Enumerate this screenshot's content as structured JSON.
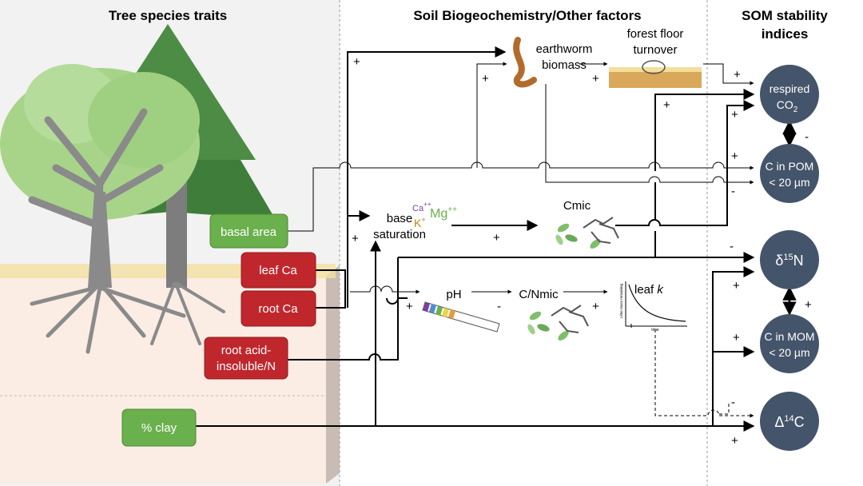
{
  "sections": {
    "traits": "Tree species traits",
    "soil": "Soil Biogeochemistry/Other factors",
    "som_line1": "SOM stability",
    "som_line2": "indices"
  },
  "trait_boxes": {
    "basal_area": "basal area",
    "leaf_ca": "leaf Ca",
    "root_ca": "root Ca",
    "root_acid_line1": "root acid-",
    "root_acid_line2": "insoluble/N",
    "clay": "% clay"
  },
  "factors": {
    "earthworm_line1": "earthworm",
    "earthworm_line2": "biomass",
    "forest_floor_line1": "forest floor",
    "forest_floor_line2": "turnover",
    "base_line1": "base",
    "base_line2": "saturation",
    "ion_ca": "Ca",
    "ion_ca_charge": "++",
    "ion_mg": "Mg",
    "ion_mg_charge": "++",
    "ion_k": "K",
    "ion_k_charge": "+",
    "cmic": "Cmic",
    "ph": "pH",
    "cn_mic": "C/Nmic",
    "leaf_k": "leaf",
    "leaf_k_italic": "k",
    "graph_ylabel": "Litter mass remaining",
    "graph_xlabel": "time"
  },
  "indices": {
    "respired_line1": "respired",
    "respired_line2": "CO",
    "respired_sub": "2",
    "pom_line1": "C in POM",
    "pom_line2": "< 20 µm",
    "d15n_delta": "δ",
    "d15n_sup": "15",
    "d15n_el": "N",
    "mom_line1": "C in MOM",
    "mom_line2": "< 20 µm",
    "d14c_delta": "Δ",
    "d14c_sup": "14",
    "d14c_el": "C"
  },
  "signs": {
    "plus": "+",
    "minus": "-"
  },
  "colors": {
    "green_box": "#6ab04c",
    "red_box": "#c0272d",
    "node": "#44546a",
    "soil_fill": "#fbece4",
    "tree_canopy": "#a8d48a",
    "conifer": "#3e7d3a",
    "trunk": "#8c8c8c"
  }
}
